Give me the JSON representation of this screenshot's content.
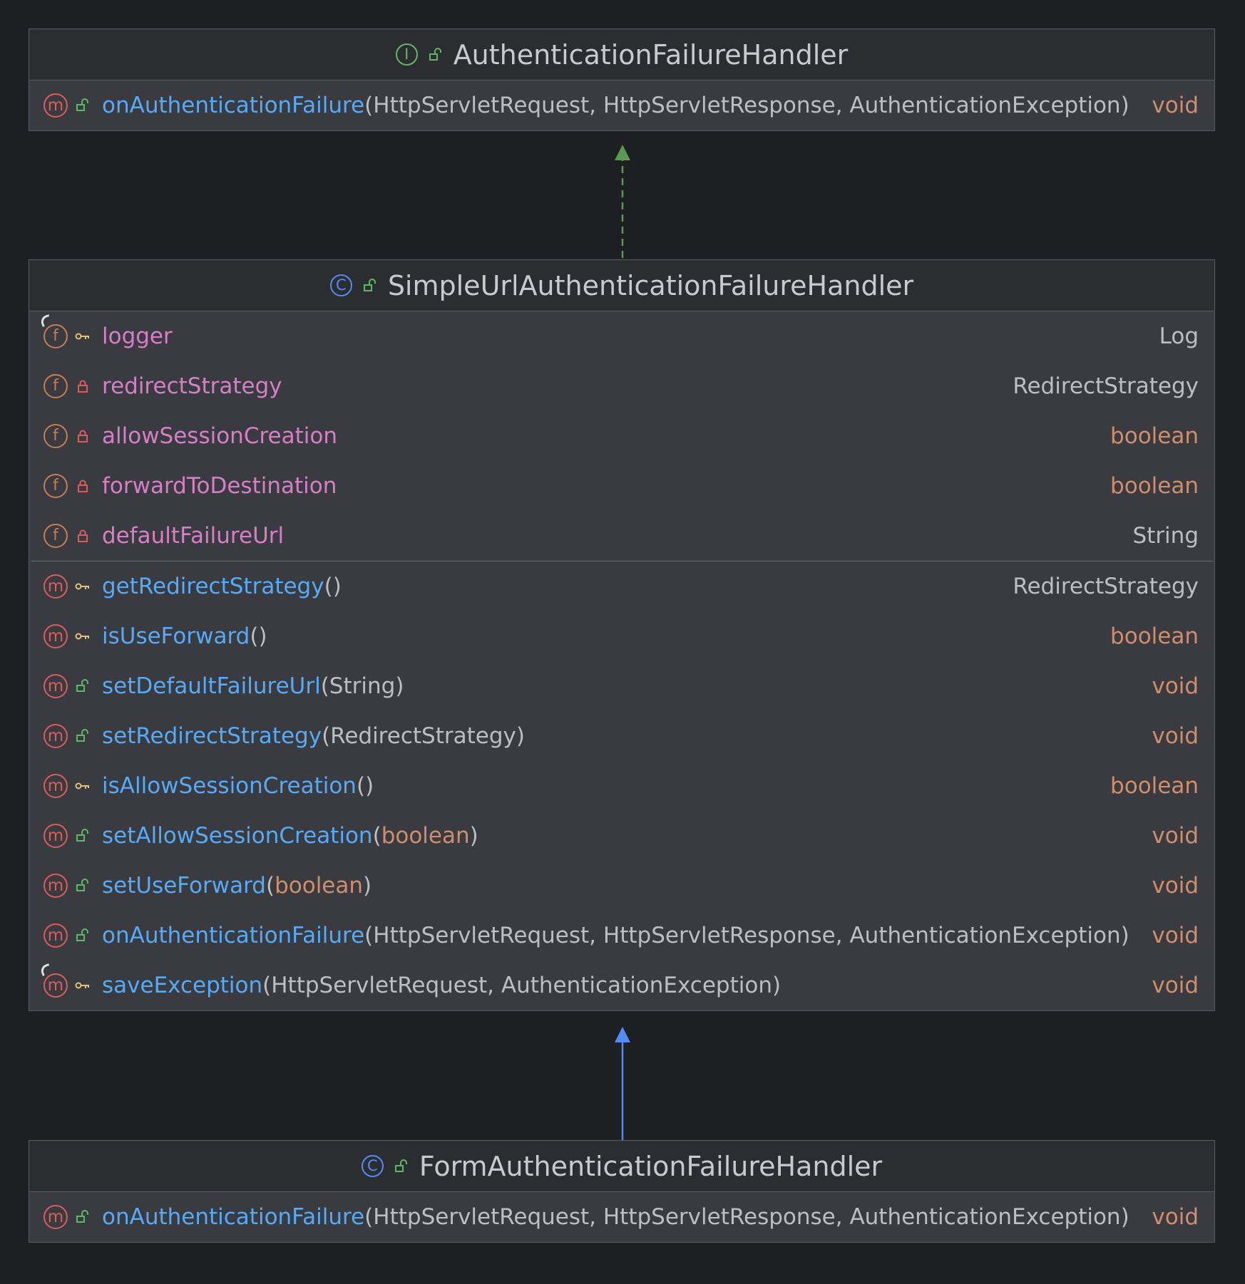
{
  "colors": {
    "background": "#1e1f22",
    "box_fill": "#393b40",
    "header_fill": "#2b2d30",
    "method_name": "#57aaf7",
    "field_name": "#d67fc6",
    "keyword_type": "#cf8e6d",
    "realization_arrow": "#5c9a51",
    "generalization_arrow": "#548af7"
  },
  "interface_box": {
    "kind_icon": "interface-icon",
    "kind_letter": "I",
    "visibility": "public",
    "title": "AuthenticationFailureHandler",
    "methods": [
      {
        "name": "onAuthenticationFailure",
        "params": "(HttpServletRequest, HttpServletResponse, AuthenticationException)",
        "return_type": "void",
        "visibility": "public",
        "kind_letter": "m"
      }
    ]
  },
  "simple_box": {
    "kind_icon": "class-icon",
    "kind_letter": "C",
    "visibility": "public",
    "title": "SimpleUrlAuthenticationFailureHandler",
    "fields": [
      {
        "name": "logger",
        "type": "Log",
        "visibility": "protected",
        "kind_letter": "f",
        "override": true
      },
      {
        "name": "redirectStrategy",
        "type": "RedirectStrategy",
        "visibility": "private",
        "kind_letter": "f"
      },
      {
        "name": "allowSessionCreation",
        "type": "boolean",
        "visibility": "private",
        "kind_letter": "f"
      },
      {
        "name": "forwardToDestination",
        "type": "boolean",
        "visibility": "private",
        "kind_letter": "f"
      },
      {
        "name": "defaultFailureUrl",
        "type": "String",
        "visibility": "private",
        "kind_letter": "f"
      }
    ],
    "methods": [
      {
        "name": "getRedirectStrategy",
        "open": "(",
        "param": "",
        "close": ")",
        "return_type": "RedirectStrategy",
        "visibility": "protected",
        "kind_letter": "m"
      },
      {
        "name": "isUseForward",
        "open": "(",
        "param": "",
        "close": ")",
        "return_type": "boolean",
        "visibility": "protected",
        "kind_letter": "m"
      },
      {
        "name": "setDefaultFailureUrl",
        "open": "(",
        "param": "String",
        "close": ")",
        "return_type": "void",
        "visibility": "public",
        "kind_letter": "m"
      },
      {
        "name": "setRedirectStrategy",
        "open": "(",
        "param": "RedirectStrategy",
        "close": ")",
        "return_type": "void",
        "visibility": "public",
        "kind_letter": "m"
      },
      {
        "name": "isAllowSessionCreation",
        "open": "(",
        "param": "",
        "close": ")",
        "return_type": "boolean",
        "visibility": "protected",
        "kind_letter": "m"
      },
      {
        "name": "setAllowSessionCreation",
        "open": "(",
        "param": "boolean",
        "close": ")",
        "return_type": "void",
        "visibility": "public",
        "kind_letter": "m"
      },
      {
        "name": "setUseForward",
        "open": "(",
        "param": "boolean",
        "close": ")",
        "return_type": "void",
        "visibility": "public",
        "kind_letter": "m"
      },
      {
        "name": "onAuthenticationFailure",
        "open": "(",
        "param": "HttpServletRequest, HttpServletResponse, AuthenticationException",
        "close": ")",
        "return_type": "void",
        "visibility": "public",
        "kind_letter": "m"
      },
      {
        "name": "saveException",
        "open": "(",
        "param": "HttpServletRequest, AuthenticationException",
        "close": ")",
        "return_type": "void",
        "visibility": "protected",
        "kind_letter": "m",
        "override": true
      }
    ]
  },
  "form_box": {
    "kind_icon": "class-icon",
    "kind_letter": "C",
    "visibility": "public",
    "title": "FormAuthenticationFailureHandler",
    "methods": [
      {
        "name": "onAuthenticationFailure",
        "params": "(HttpServletRequest, HttpServletResponse, AuthenticationException)",
        "return_type": "void",
        "visibility": "public",
        "kind_letter": "m"
      }
    ]
  },
  "relations": [
    {
      "type": "realization",
      "from": "SimpleUrlAuthenticationFailureHandler",
      "to": "AuthenticationFailureHandler"
    },
    {
      "type": "generalization",
      "from": "FormAuthenticationFailureHandler",
      "to": "SimpleUrlAuthenticationFailureHandler"
    }
  ]
}
